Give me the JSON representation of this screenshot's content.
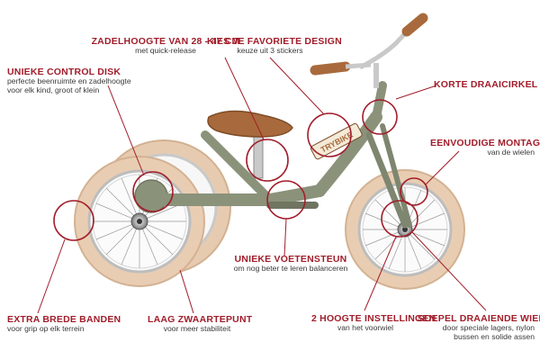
{
  "brand": "TRYBIKE",
  "colors": {
    "accent": "#a11d2a",
    "frame": "#8b927a",
    "tyre": "#e9cdb2",
    "leather": "#a86a3c"
  },
  "labels": {
    "saddle_height": {
      "title": "ZADELHOOGTE VAN 28 - 47 CM",
      "sub": "met quick-release"
    },
    "design": {
      "title": "KIES JE FAVORIETE DESIGN",
      "sub": "keuze uit 3 stickers"
    },
    "control_disk": {
      "title": "UNIEKE CONTROL DISK",
      "sub1": "perfecte beenruimte en zadelhoogte",
      "sub2": "voor elk kind, groot of klein"
    },
    "turning_circle": {
      "title": "KORTE DRAAICIRKEL"
    },
    "assembly": {
      "title": "EENVOUDIGE MONTAGE",
      "sub": "van de wielen"
    },
    "footrest": {
      "title": "UNIEKE VOETENSTEUN",
      "sub": "om nog beter te leren balanceren"
    },
    "wide_tyres": {
      "title": "EXTRA BREDE BANDEN",
      "sub": "voor grip op elk terrein"
    },
    "low_center": {
      "title": "LAAG ZWAARTEPUNT",
      "sub": "voor meer stabiliteit"
    },
    "heights": {
      "title": "2 HOOGTE INSTELLINGEN",
      "sub": "van het voorwiel"
    },
    "smooth_wheels": {
      "title": "SOEPEL DRAAIENDE WIELEN",
      "sub1": "door speciale lagers, nylon",
      "sub2": "bussen en solide assen"
    }
  }
}
